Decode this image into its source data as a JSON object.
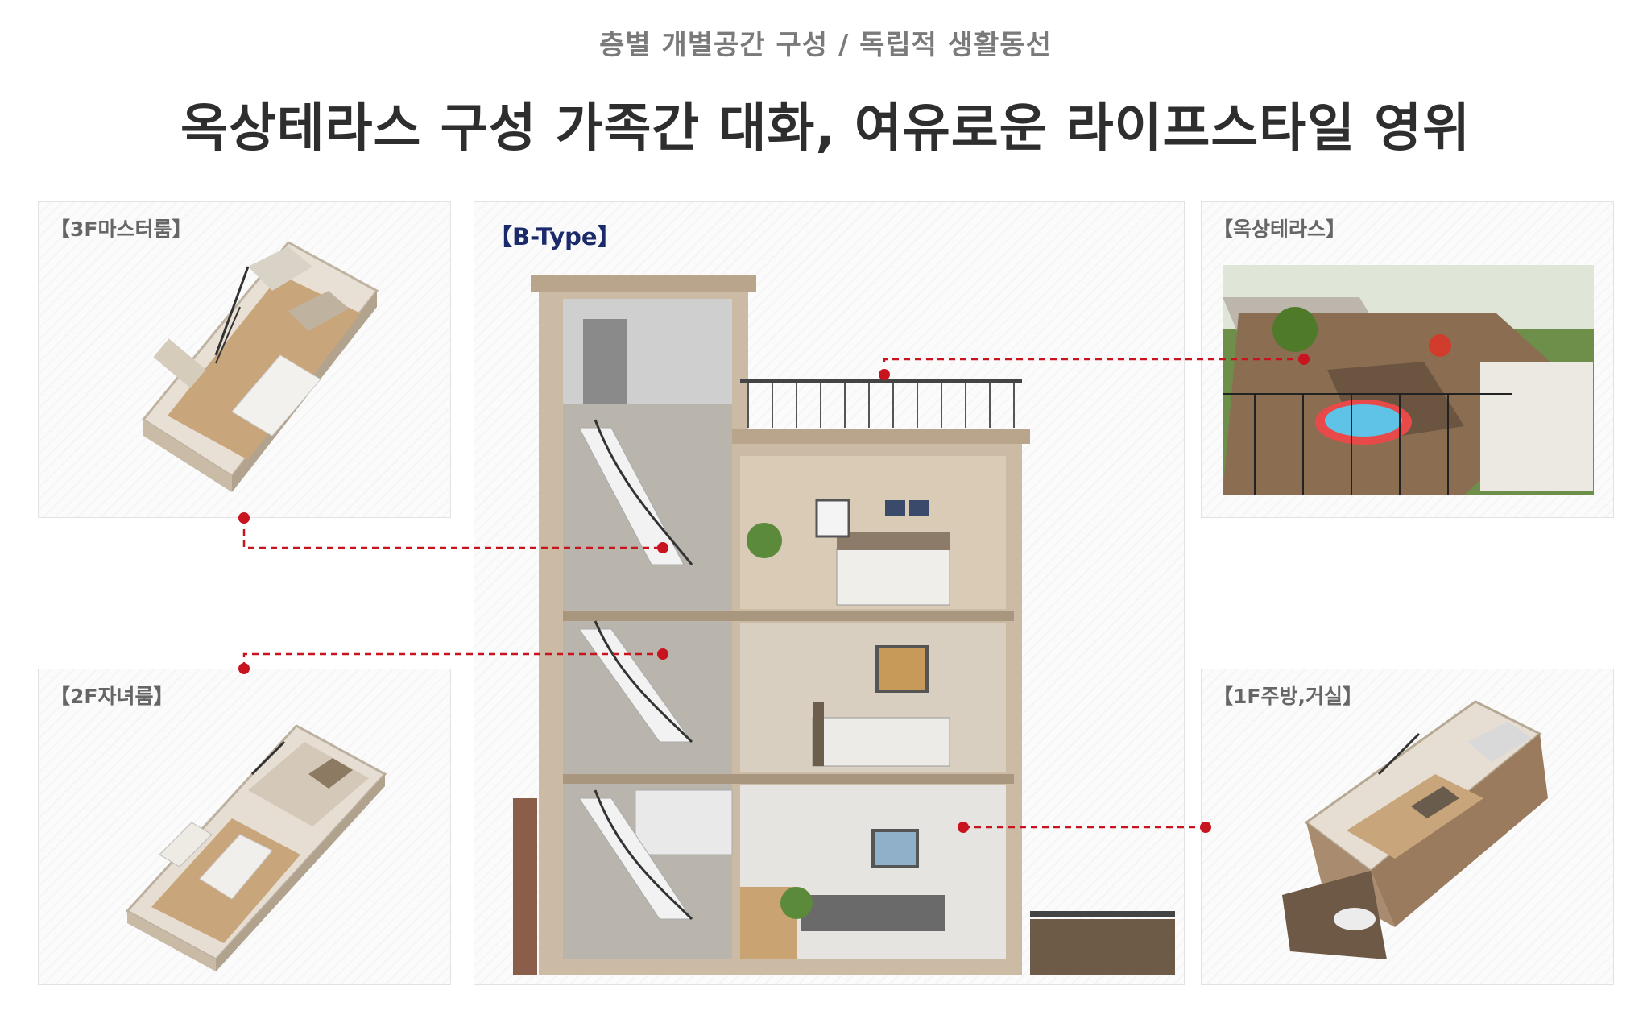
{
  "header": {
    "subtitle": "층별 개별공간 구성 / 독립적 생활동선",
    "title": "옥상테라스 구성 가족간 대화, 여유로운 라이프스타일 영위"
  },
  "panels": {
    "master_3f": {
      "label": "【3F마스터룸】"
    },
    "child_2f": {
      "label": "【2F자녀룸】"
    },
    "main_type": {
      "label": "【B-Type】"
    },
    "rooftop": {
      "label": "【옥상테라스】"
    },
    "kitchen_1f": {
      "label": "【1F주방,거실】"
    }
  },
  "colors": {
    "connector": "#c8141e",
    "title": "#2e2e2e",
    "subtitle": "#7a7a7a",
    "type_label": "#1b2a6b"
  }
}
